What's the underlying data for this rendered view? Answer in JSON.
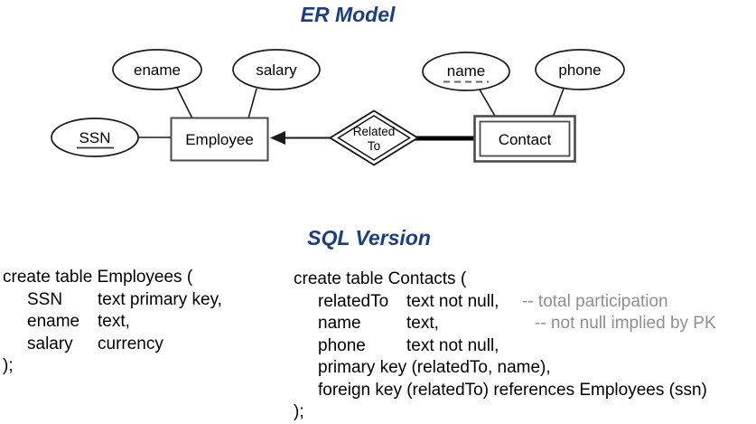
{
  "er_model": {
    "title": "ER Model",
    "entities": {
      "employee": {
        "label": "Employee"
      },
      "contact": {
        "label": "Contact"
      }
    },
    "relationship": {
      "line1": "Related",
      "line2": "To"
    },
    "attributes": {
      "ssn": "SSN",
      "ename": "ename",
      "salary": "salary",
      "name": "name",
      "phone": "phone"
    }
  },
  "sql": {
    "title": "SQL Version",
    "employees": {
      "header": "create table Employees (",
      "rows": [
        {
          "name": "SSN",
          "type": "text primary key,"
        },
        {
          "name": "ename",
          "type": "text,"
        },
        {
          "name": "salary",
          "type": "currency"
        }
      ],
      "footer": ");"
    },
    "contacts": {
      "header": "create table Contacts (",
      "rows": [
        {
          "name": "relatedTo",
          "type": "text not null,",
          "comment": "-- total participation"
        },
        {
          "name": "name",
          "type": "text,",
          "comment": "-- not null implied by PK"
        },
        {
          "name": "phone",
          "type": "text not null,"
        }
      ],
      "constraints": [
        "primary key (relatedTo, name),",
        "foreign key (relatedTo) references Employees (ssn)"
      ],
      "footer": ");"
    }
  },
  "colors": {
    "title_blue": "#1b3e80",
    "comment_gray": "#8f8f8f",
    "diagram_stroke": "#1a1a1a"
  }
}
